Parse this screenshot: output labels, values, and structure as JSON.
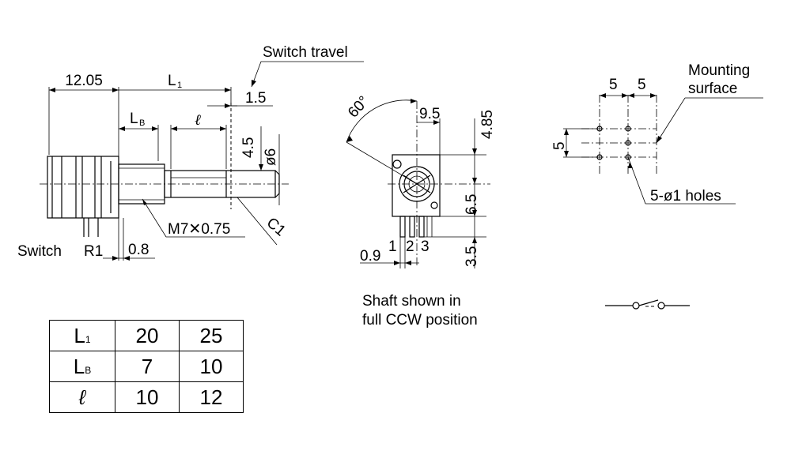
{
  "side_view": {
    "dim_body": "12.05",
    "dim_L1_main": "L",
    "dim_L1_sub": "1",
    "dim_LB_main": "L",
    "dim_LB_sub": "B",
    "dim_ell": "ℓ",
    "dim_switch_travel_label": "Switch travel",
    "dim_switch_travel": "1.5",
    "dim_height": "4.5",
    "dim_diameter": "ø6",
    "thread": "M7✕0.75",
    "chamfer": "C1",
    "label_switch": "Switch",
    "label_r1": "R1",
    "dim_tab": "0.8"
  },
  "front_view": {
    "angle": "60°",
    "dim_width": "9.5",
    "dim_top": "4.85",
    "dim_mid": "6.5",
    "dim_pin": "3.5",
    "dim_offset": "0.9",
    "pin_1": "1",
    "pin_2": "2",
    "pin_3": "3",
    "note_line1": "Shaft shown in",
    "note_line2": "full CCW position"
  },
  "hole_view": {
    "label_mounting_1": "Mounting",
    "label_mounting_2": "surface",
    "dim_x1": "5",
    "dim_x2": "5",
    "dim_y": "5",
    "label_holes": "5-ø1 holes"
  },
  "dim_table": {
    "rows": [
      {
        "label_main": "L",
        "label_sub": "1",
        "italic": false,
        "v1": "20",
        "v2": "25"
      },
      {
        "label_main": "L",
        "label_sub": "B",
        "italic": false,
        "v1": "7",
        "v2": "10"
      },
      {
        "label_main": "ℓ",
        "label_sub": "",
        "italic": true,
        "v1": "10",
        "v2": "12"
      }
    ]
  }
}
